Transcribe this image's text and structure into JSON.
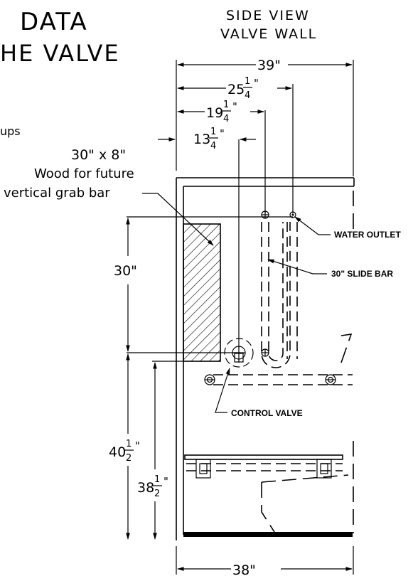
{
  "title": {
    "line1": "DATA",
    "line2": "HE VALVE",
    "partial": "ups"
  },
  "view": {
    "line1": "SIDE VIEW",
    "line2": "VALVE WALL"
  },
  "dimensions": {
    "overall_top": "39\"",
    "d_25": {
      "whole": "25",
      "num": "1",
      "den": "4",
      "unit": "\""
    },
    "d_19": {
      "whole": "19",
      "num": "1",
      "den": "4",
      "unit": "\""
    },
    "d_13": {
      "whole": "13",
      "num": "1",
      "den": "4",
      "unit": "\""
    },
    "d_30": "30\"",
    "d_40": {
      "whole": "40",
      "num": "1",
      "den": "2",
      "unit": "\""
    },
    "d_38_half": {
      "whole": "38",
      "num": "1",
      "den": "2",
      "unit": "\""
    },
    "overall_bottom": "38\""
  },
  "wood_note": {
    "line1": "30\" x 8\"",
    "line2": "Wood for future",
    "line3": "vertical grab bar"
  },
  "callouts": {
    "water_outlet": "WATER OUTLET",
    "slide_bar": "30\" SLIDE BAR",
    "control_valve": "CONTROL VALVE"
  }
}
